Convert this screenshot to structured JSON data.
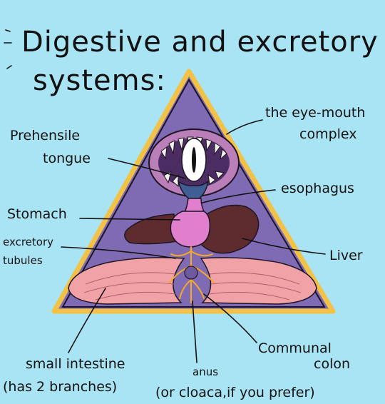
{
  "title": {
    "line1": "Digestive and excretory",
    "line2": "systems:"
  },
  "labels": {
    "eye_mouth_1": "the eye-mouth",
    "eye_mouth_2": "complex",
    "tongue_1": "Prehensile",
    "tongue_2": "tongue",
    "esophagus": "esophagus",
    "stomach": "Stomach",
    "excretory_1": "excretory",
    "excretory_2": "tubules",
    "liver": "Liver",
    "small_intestine": "small intestine",
    "small_intestine_note": "(has 2 branches)",
    "anus": "anus",
    "anus_note": "(or cloaca,if you prefer)",
    "colon_1": "Communal",
    "colon_2": "colon"
  },
  "colors": {
    "background": "#a9e4f4",
    "triangle_fill": "#7f6bb4",
    "triangle_border": "#f2c247",
    "organ_pink": "#e17fcf",
    "liver_brown": "#5e2c2e",
    "intestine_pink": "#f0a2a6",
    "tubules_orange": "#f6a826",
    "mouth_dark": "#4b2c63",
    "tongue_blue": "#3f5f94"
  }
}
